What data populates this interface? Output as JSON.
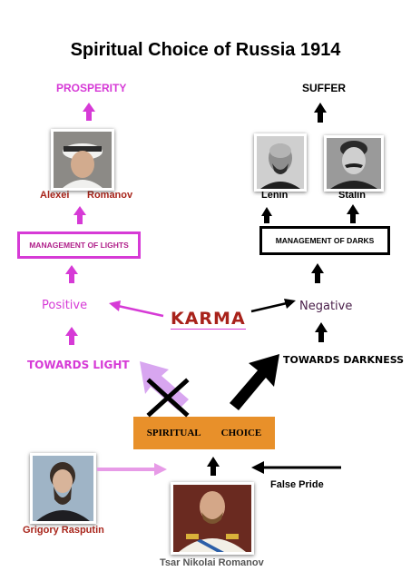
{
  "title": "Spiritual Choice of Russia 1914",
  "left": {
    "top_label": "PROSPERITY",
    "person_first": "Alexei",
    "person_last": "Romanov",
    "management_box": "MANAGEMENT OF LIGHTS",
    "state_label": "Positive",
    "direction_label": "TOWARDS LIGHT"
  },
  "right": {
    "top_label": "SUFFER",
    "person1": "Lenin",
    "person2": "Stalin",
    "management_box": "MANAGEMENT OF DARKS",
    "state_label": "Negative",
    "direction_label": "TOWARDS DARKNESS"
  },
  "center": {
    "karma_label": "KARMA",
    "choice_word1": "SPIRITUAL",
    "choice_word2": "CHOICE"
  },
  "bottom": {
    "false_pride_label": "False Pride",
    "rasputin_label": "Grigory Rasputin",
    "tsar_label": "Tsar Nikolai Romanov"
  },
  "colors": {
    "light": "#d63ad6",
    "light_pale": "#e79be7",
    "dark": "#000000",
    "karma": "#a8221a",
    "negative_text": "#4a1f4a",
    "choice_box": "#e8902a",
    "person_label": "#a8241a"
  }
}
